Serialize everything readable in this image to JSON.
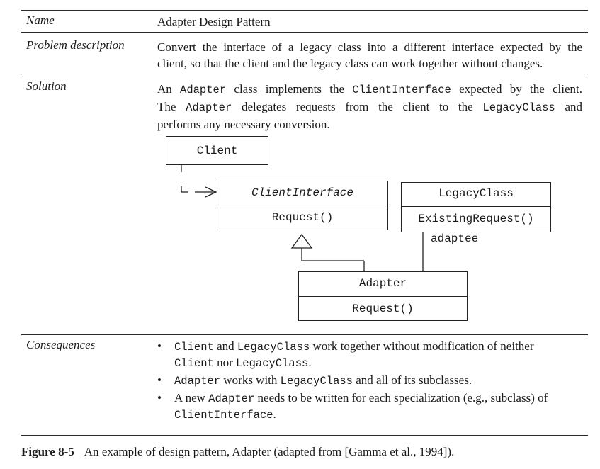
{
  "rows": {
    "name": {
      "label": "Name",
      "value": "Adapter Design Pattern"
    },
    "problem": {
      "label": "Problem description",
      "line1": "Convert the interface of a legacy class into a different interface expected by the",
      "line2": "client, so that the client and the legacy class can work together without changes."
    },
    "solution": {
      "label": "Solution",
      "l1": {
        "a": "An ",
        "b": "Adapter",
        "c": " class implements the ",
        "d": "ClientInterface",
        "e": " expected by the client."
      },
      "l2": {
        "a": "The ",
        "b": "Adapter",
        "c": " delegates requests from the client to the ",
        "d": "LegacyClass",
        "e": " and"
      },
      "l3": "performs any necessary conversion."
    },
    "consequences": {
      "label": "Consequences",
      "b1": {
        "a": "Client",
        "b": " and ",
        "c": "LegacyClass",
        "d": " work together without modification of neither",
        "e": "Client",
        "f": " nor ",
        "g": "LegacyClass",
        "h": "."
      },
      "b2": {
        "a": "Adapter",
        "b": " works with ",
        "c": "LegacyClass",
        "d": " and all of its subclasses."
      },
      "b3": {
        "a": "A new ",
        "b": "Adapter",
        "c": " needs to be written for each specialization (e.g., subclass) of",
        "d": "ClientInterface",
        "e": "."
      },
      "bullet": "•"
    }
  },
  "diagram": {
    "client": "Client",
    "client_interface": "ClientInterface",
    "client_interface_op": "Request()",
    "legacy": "LegacyClass",
    "legacy_op": "ExistingRequest()",
    "adaptee_role": "adaptee",
    "adapter": "Adapter",
    "adapter_op": "Request()"
  },
  "caption": {
    "figure": "Figure 8-5",
    "text": "An example of design pattern, Adapter (adapted from [Gamma et al., 1994])."
  }
}
